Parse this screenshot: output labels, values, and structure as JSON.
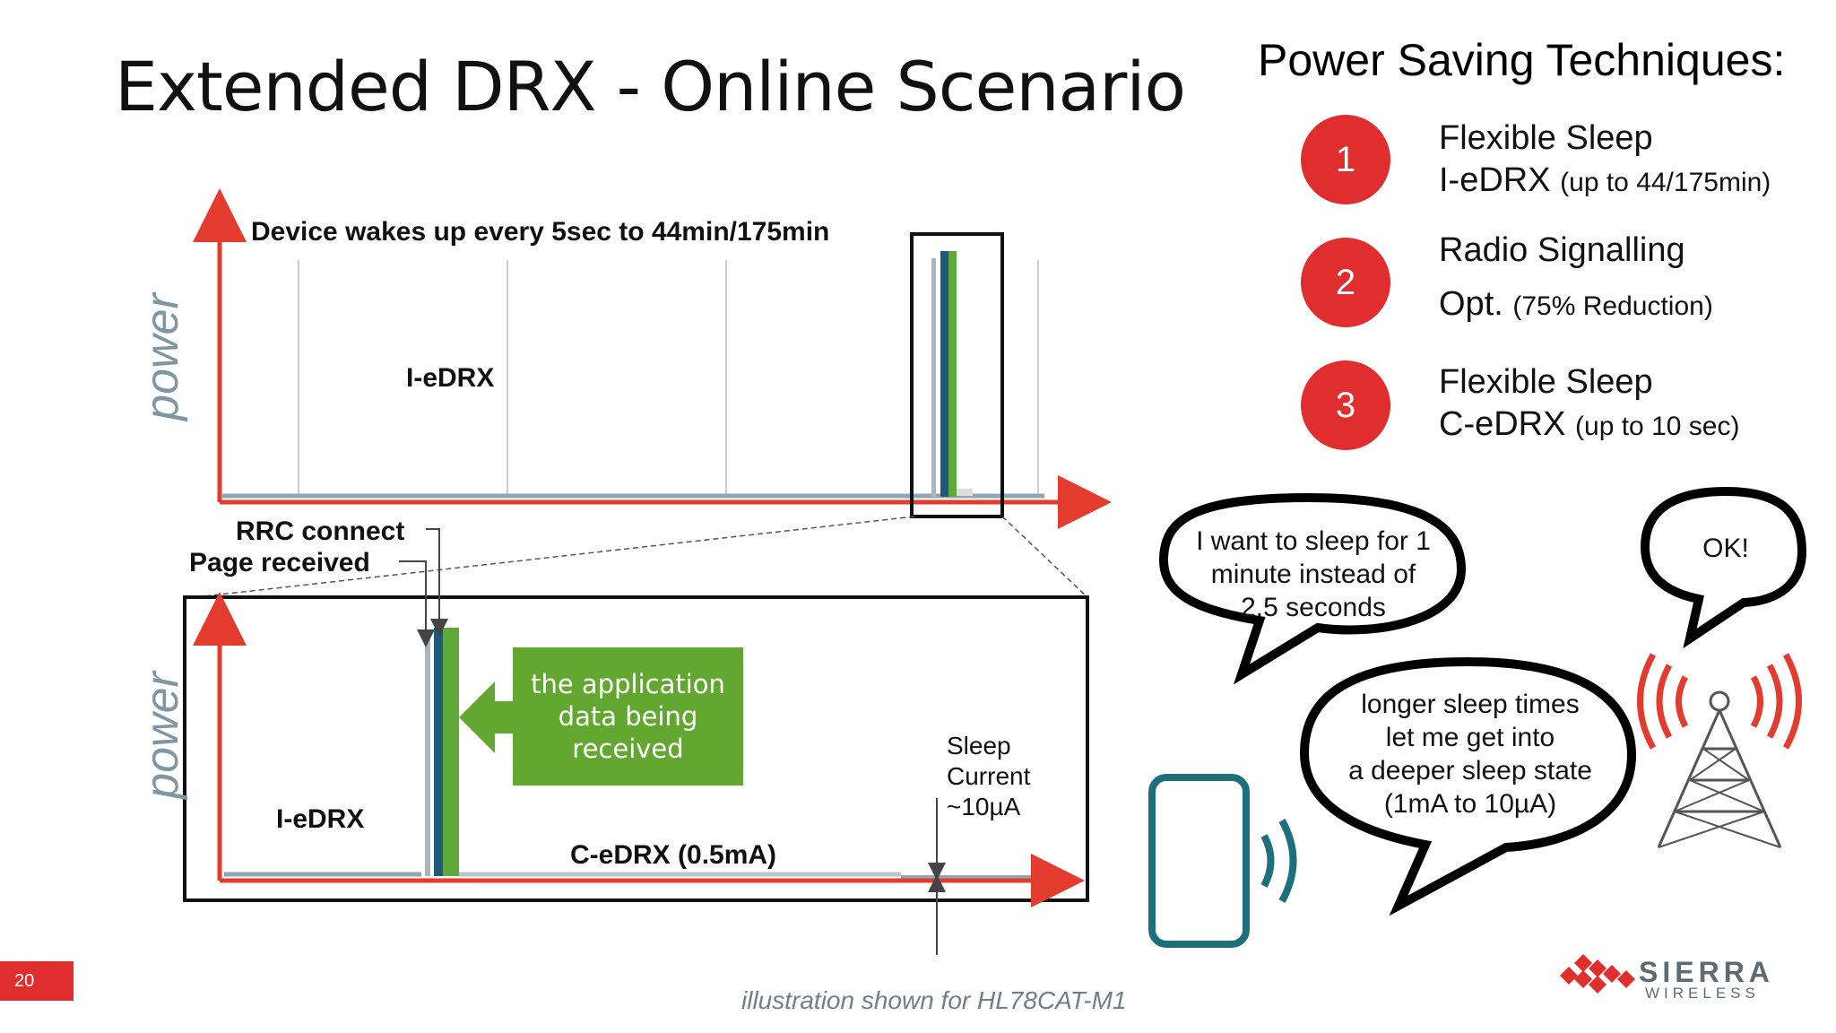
{
  "slide": {
    "title": "Extended DRX - Online Scenario",
    "number": "20",
    "footer_note": "illustration shown for HL78CAT-M1"
  },
  "power_saving": {
    "title": "Power Saving Techniques:",
    "items": [
      {
        "num": "1",
        "line1": "Flexible Sleep",
        "line2_main": "I-eDRX",
        "line2_small": "(up to 44/175min)"
      },
      {
        "num": "2",
        "line1": "Radio Signalling",
        "line2_main": "Opt.",
        "line2_small": "(75% Reduction)"
      },
      {
        "num": "3",
        "line1": "Flexible Sleep",
        "line2_main": "C-eDRX",
        "line2_small": "(up to 10 sec)"
      }
    ]
  },
  "top_chart": {
    "y_label": "power",
    "caption": "Device wakes up every 5sec to 44min/175min",
    "mode_label": "I-eDRX"
  },
  "bottom_chart": {
    "y_label": "power",
    "rrc_label": "RRC connect",
    "page_label": "Page received",
    "green_box": "the application\ndata being\nreceived",
    "mode_label": "I-eDRX",
    "cedrx_label": "C-eDRX (0.5mA)",
    "sleep_label": "Sleep\nCurrent\n~10µA"
  },
  "bubbles": {
    "device": "I want to sleep for 1\nminute instead of\n2.5 seconds",
    "network": "OK!",
    "device2": "longer sleep times\nlet me get into\na deeper sleep state\n(1mA to 10µA)"
  },
  "logo": {
    "name": "SIERRA",
    "sub": "WIRELESS"
  },
  "colors": {
    "accent_red": "#e02d2d",
    "green": "#62a830",
    "teal": "#1e6f7e",
    "axis_label_gray": "#7f96a3"
  }
}
